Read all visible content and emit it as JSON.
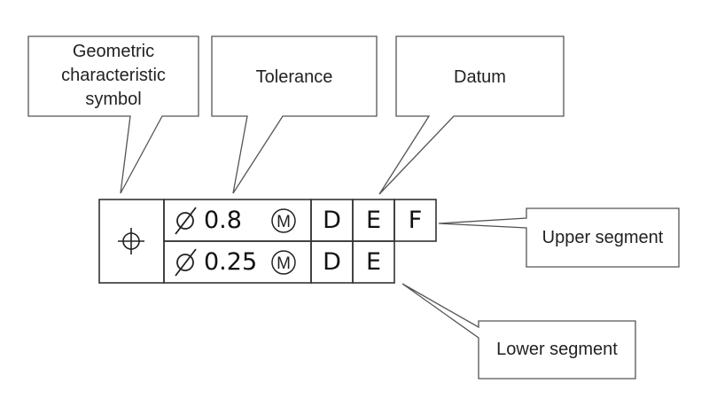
{
  "callouts": {
    "geometric": {
      "lines": [
        "Geometric",
        "characteristic",
        "symbol"
      ]
    },
    "tolerance": {
      "label": "Tolerance"
    },
    "datum": {
      "label": "Datum"
    },
    "upper": {
      "label": "Upper segment"
    },
    "lower": {
      "label": "Lower segment"
    }
  },
  "frame": {
    "upper": {
      "tolerance_value": "0.8",
      "modifier": "M",
      "datums": [
        "D",
        "E",
        "F"
      ]
    },
    "lower": {
      "tolerance_value": "0.25",
      "modifier": "M",
      "datums": [
        "D",
        "E"
      ]
    }
  },
  "colors": {
    "line": "#333333",
    "callout_border": "#555555",
    "text": "#222222"
  },
  "icons": {
    "geometric_symbol": "position-icon",
    "diameter": "diameter-icon",
    "modifier": "mmc-modifier-icon"
  }
}
